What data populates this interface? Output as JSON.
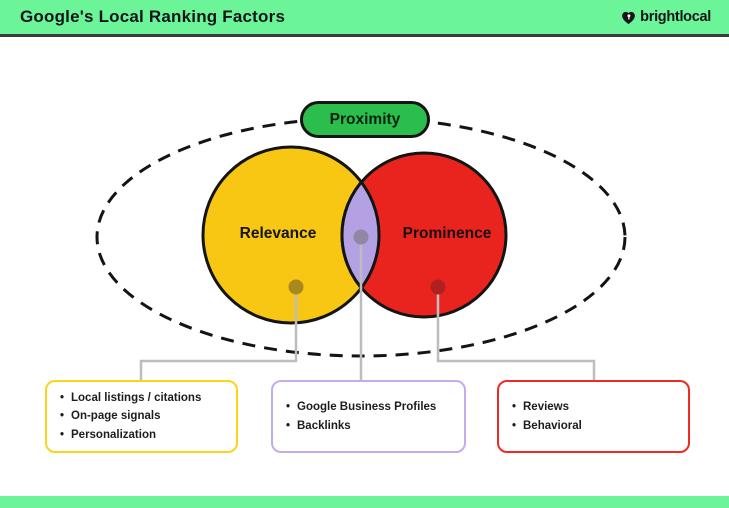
{
  "header": {
    "title": "Google's Local Ranking Factors",
    "logo_text": "brightlocal"
  },
  "diagram": {
    "proximity_label": "Proximity",
    "relevance_label": "Relevance",
    "prominence_label": "Prominence"
  },
  "boxes": {
    "relevance": {
      "items": [
        "Local listings / citations",
        "On-page signals",
        "Personalization"
      ]
    },
    "overlap": {
      "items": [
        "Google Business Profiles",
        "Backlinks"
      ]
    },
    "prominence": {
      "items": [
        "Reviews",
        "Behavioral"
      ]
    }
  },
  "colors": {
    "header-green": "#6CF598",
    "pill-green": "#2BBE4D",
    "relevance-yellow": "#F7C713",
    "prominence-red": "#E9241F",
    "overlap-purple": "#B3A1E3",
    "box-border-yellow": "#FFD21E",
    "box-border-purple": "#C2ACEF",
    "box-border-red": "#EE2A21"
  }
}
